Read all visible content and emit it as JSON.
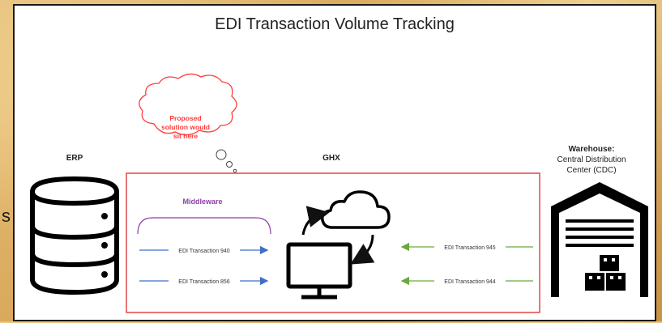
{
  "edge_text": "s",
  "title": "EDI Transaction Volume Tracking",
  "thought_bubble": {
    "lines": [
      "Proposed",
      "solution would",
      "sit here"
    ],
    "color": "#ff3b3b"
  },
  "erp": {
    "label": "ERP"
  },
  "ghx": {
    "label": "GHX",
    "border_color": "#e23a3a"
  },
  "warehouse": {
    "lines": [
      "Warehouse:",
      "Central Distribution",
      "Center (CDC)"
    ]
  },
  "middleware": {
    "label": "Middleware",
    "color": "#8b3fa8"
  },
  "transactions_outbound": {
    "color": "#3f6fc6",
    "items": [
      "EDI Transaction 940",
      "EDI Transaction 856"
    ]
  },
  "transactions_inbound": {
    "color": "#6aaa3a",
    "items": [
      "EDI Transaction 945",
      "EDI Transaction 944"
    ]
  }
}
